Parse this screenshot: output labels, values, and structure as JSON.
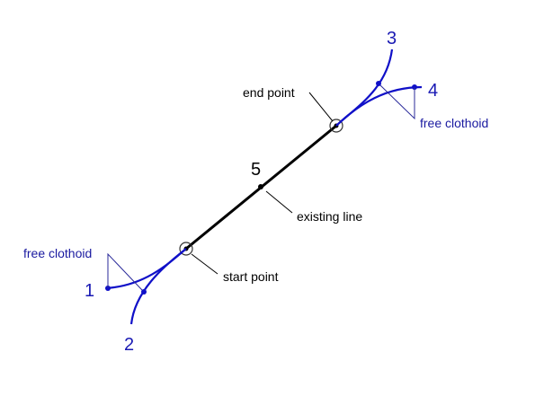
{
  "labels": {
    "end_point": "end point",
    "start_point": "start point",
    "existing_line": "existing line",
    "free_clothoid_bottom": "free clothoid",
    "free_clothoid_top": "free clothoid",
    "n1": "1",
    "n2": "2",
    "n3": "3",
    "n4": "4",
    "n5": "5"
  },
  "colors": {
    "clothoid": "#1010c8",
    "leader_blue": "#2a2a9a",
    "line": "#000000"
  }
}
